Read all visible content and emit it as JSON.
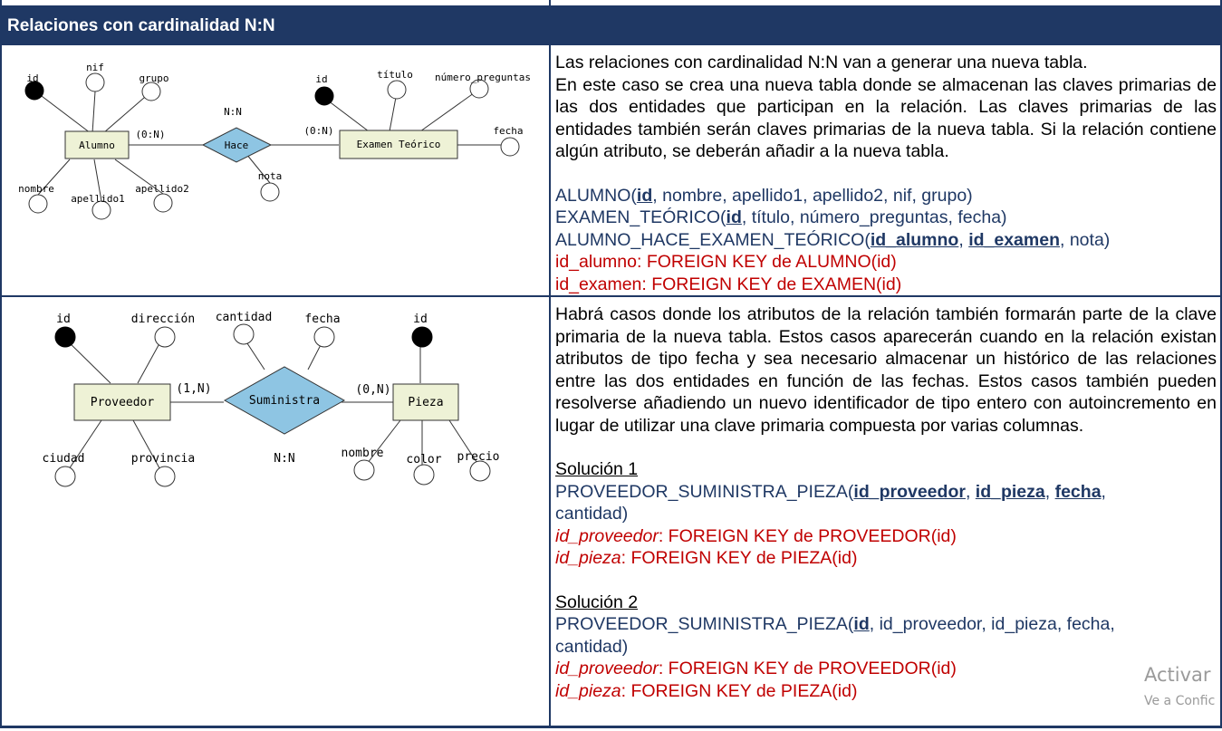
{
  "header": {
    "title": "Relaciones con cardinalidad N:N"
  },
  "diagram1": {
    "entity_left": "Alumno",
    "entity_right": "Examen Teórico",
    "relation": "Hace",
    "cardinality": "N:N",
    "card_left": "(0:N)",
    "card_right": "(0:N)",
    "attrs_left": {
      "id": "id",
      "nif": "nif",
      "grupo": "grupo",
      "nombre": "nombre",
      "apellido1": "apellido1",
      "apellido2": "apellido2"
    },
    "attrs_right": {
      "id": "id",
      "titulo": "título",
      "numero": "número_preguntas",
      "fecha": "fecha"
    },
    "attr_relation": "nota"
  },
  "diagram2": {
    "entity_left": "Proveedor",
    "entity_right": "Pieza",
    "relation": "Suministra",
    "cardinality": "N:N",
    "card_left": "(1,N)",
    "card_right": "(0,N)",
    "attrs_left": {
      "id": "id",
      "direccion": "dirección",
      "ciudad": "ciudad",
      "provincia": "provincia"
    },
    "attrs_rel": {
      "cantidad": "cantidad",
      "fecha": "fecha"
    },
    "attrs_right": {
      "id": "id",
      "nombre": "nombre",
      "color": "color",
      "precio": "precio"
    }
  },
  "text1": {
    "l1": "Las relaciones con cardinalidad N:N van a generar una nueva tabla.",
    "para": "En este caso se crea una nueva tabla donde se almacenan las claves primarias de las dos entidades que participan en la relación. Las claves primarias de las entidades también serán claves primarias de la nueva tabla. Si la relación contiene algún atributo, se deberán añadir a la nueva tabla.",
    "alumno_pre": "ALUMNO(",
    "alumno_pk": "id",
    "alumno_post": ", nombre, apellido1, apellido2, nif, grupo)",
    "examen_pre": "EXAMEN_TEÓRICO(",
    "examen_pk": "id",
    "examen_post": ", título, número_preguntas, fecha)",
    "ahe_pre": "ALUMNO_HACE_EXAMEN_TEÓRICO(",
    "ahe_pk1": "id_alumno",
    "ahe_sep": ", ",
    "ahe_pk2": "id_examen",
    "ahe_post": ", nota)",
    "fk1": "id_alumno: FOREIGN KEY de ALUMNO(id)",
    "fk2": "id_examen: FOREIGN KEY de EXAMEN(id)"
  },
  "text2": {
    "para": "Habrá casos donde los atributos de la relación también formarán parte de la clave primaria de la nueva tabla. Estos casos aparecerán cuando en la relación existan atributos de tipo fecha y sea necesario almacenar un histórico de las relaciones entre las dos entidades en función de las fechas. Estos casos también pueden resolverse añadiendo un nuevo identificador de tipo entero con autoincremento en lugar de utilizar una clave primaria compuesta por varias columnas.",
    "sol1_title": "Solución 1",
    "sol1_pre": "PROVEEDOR_SUMINISTRA_PIEZA(",
    "sol1_pk1": "id_proveedor",
    "sol1_sep1": ", ",
    "sol1_pk2": "id_pieza",
    "sol1_sep2": ", ",
    "sol1_pk3": "fecha",
    "sol1_post": ",",
    "sol1_l2": "cantidad)",
    "sol1_fk1_name": "id_proveedor",
    "sol1_fk1_rest": ": FOREIGN KEY de PROVEEDOR(id)",
    "sol1_fk2_name": "id_pieza",
    "sol1_fk2_rest": ": FOREIGN KEY de PIEZA(id)",
    "sol2_title": "Solución 2",
    "sol2_pre": "PROVEEDOR_SUMINISTRA_PIEZA(",
    "sol2_pk": "id",
    "sol2_post": ", id_proveedor, id_pieza, fecha,",
    "sol2_l2": "cantidad)",
    "sol2_fk1_name": "id_proveedor",
    "sol2_fk1_rest": ": FOREIGN KEY de PROVEEDOR(id)",
    "sol2_fk2_name": "id_pieza",
    "sol2_fk2_rest": ": FOREIGN KEY de PIEZA(id)"
  },
  "watermark": {
    "line1": "Activar",
    "line2": "Ve a Confic"
  },
  "colors": {
    "header_bg": "#1f3864",
    "text_blue": "#1f3864",
    "text_red": "#c00000",
    "entity_fill": "#eef2d6",
    "relation_fill": "#8ec5e3"
  }
}
